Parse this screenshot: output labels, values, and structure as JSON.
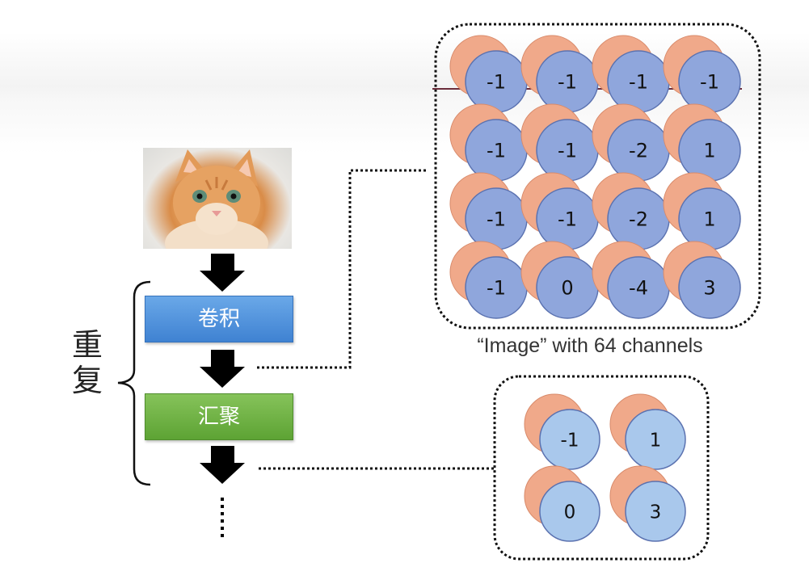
{
  "input_image": {
    "description_icon": "cat-photo"
  },
  "steps": {
    "conv_label": "卷积",
    "pool_label": "汇聚"
  },
  "repeat_label": "重复",
  "conv_output": {
    "caption": "“Image” with 64 channels",
    "values": [
      [
        "-1",
        "-1",
        "-1",
        "-1"
      ],
      [
        "-1",
        "-1",
        "-2",
        "1"
      ],
      [
        "-1",
        "-1",
        "-2",
        "1"
      ],
      [
        "-1",
        "0",
        "-4",
        "3"
      ]
    ]
  },
  "pool_output": {
    "values": [
      [
        "-1",
        "1"
      ],
      [
        "0",
        "3"
      ]
    ]
  },
  "colors": {
    "front_circle": "#8fa6dc",
    "pool_circle": "#a9c8ec",
    "back_circle": "#f0a98a",
    "conv_box": "#4a8bd6",
    "pool_box": "#6aaf3f"
  }
}
